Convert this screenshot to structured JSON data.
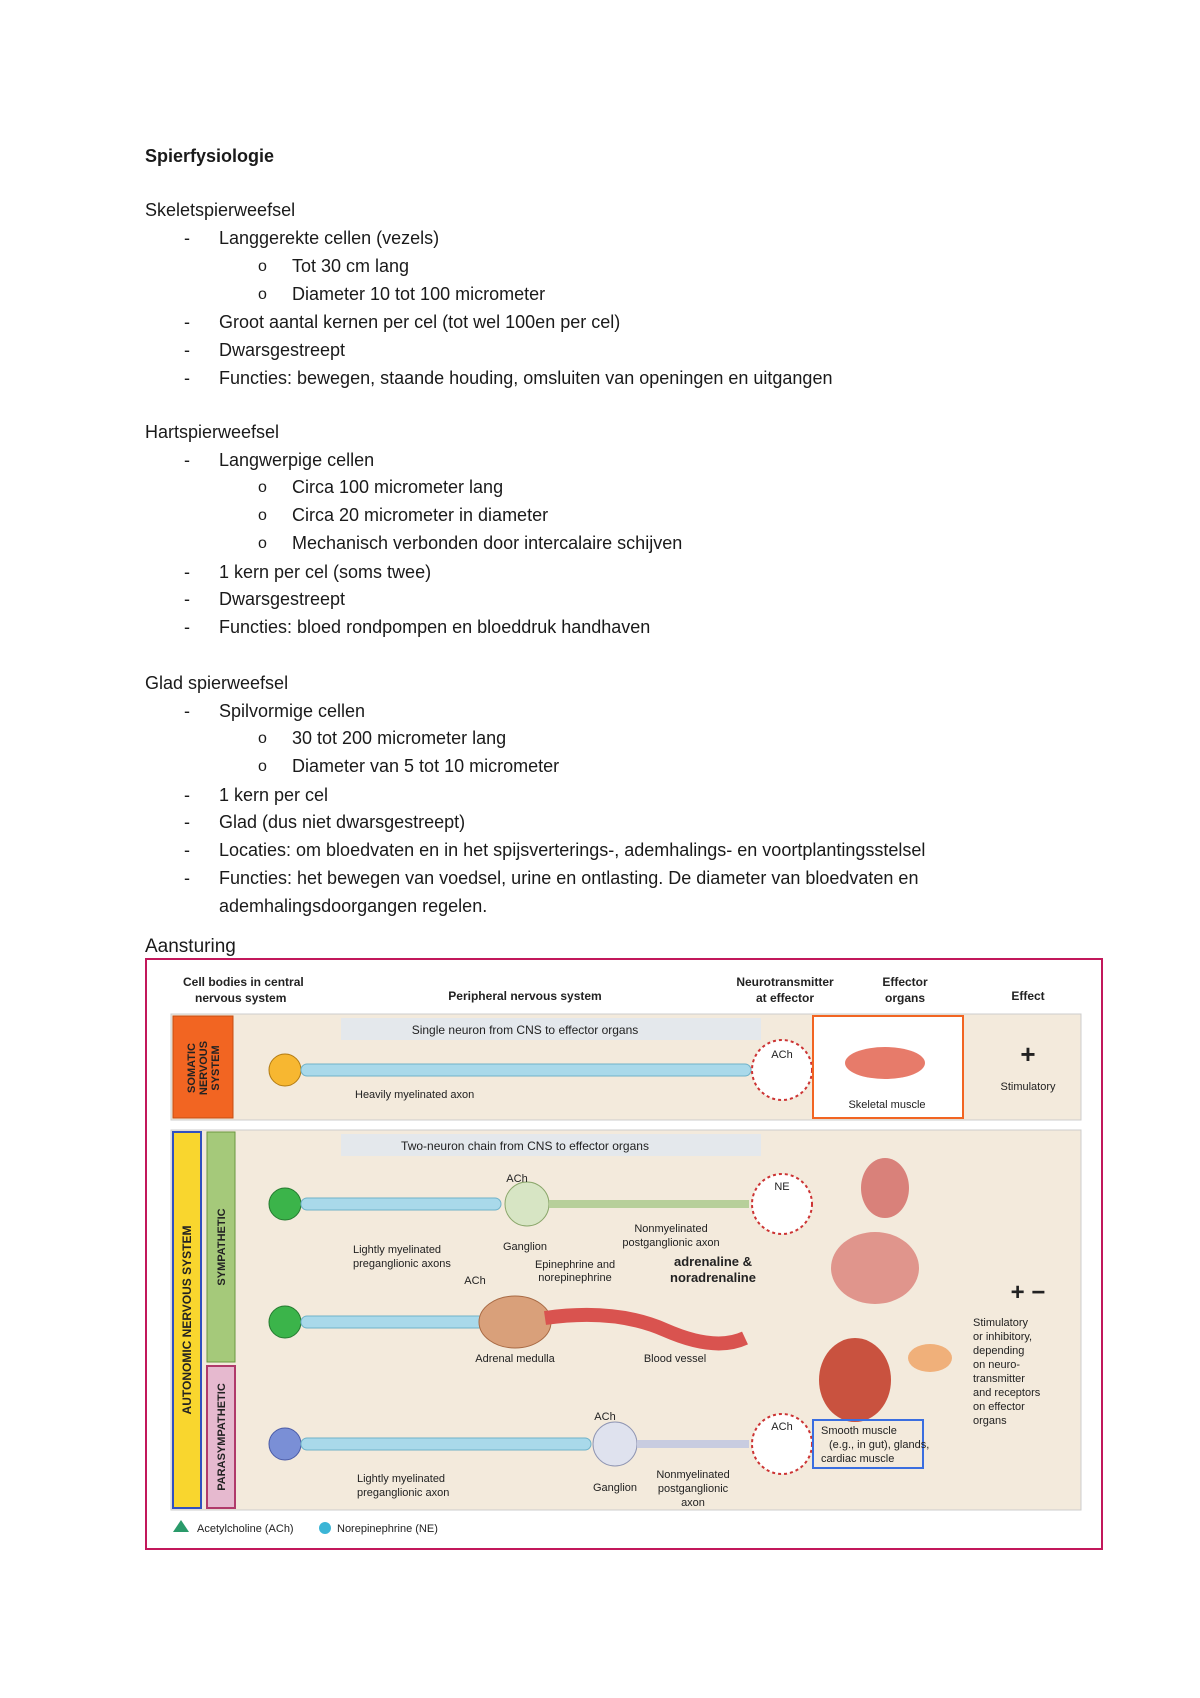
{
  "doc": {
    "title": "Spierfysiologie",
    "sections": [
      {
        "heading": "Skeletspierweefsel",
        "items": [
          {
            "text": "Langgerekte cellen (vezels)",
            "sub": [
              "Tot 30 cm lang",
              "Diameter 10 tot 100 micrometer"
            ]
          },
          {
            "text": "Groot aantal kernen per cel (tot wel 100en per cel)",
            "sub": []
          },
          {
            "text": "Dwarsgestreept",
            "sub": []
          },
          {
            "text": "Functies: bewegen, staande houding, omsluiten van openingen en uitgangen",
            "sub": []
          }
        ]
      },
      {
        "heading": "Hartspierweefsel",
        "items": [
          {
            "text": "Langwerpige cellen",
            "sub": [
              "Circa 100 micrometer lang",
              "Circa 20 micrometer in diameter",
              "Mechanisch verbonden door intercalaire schijven"
            ]
          },
          {
            "text": "1 kern per cel (soms twee)",
            "sub": []
          },
          {
            "text": "Dwarsgestreept",
            "sub": []
          },
          {
            "text": "Functies: bloed rondpompen en bloeddruk handhaven",
            "sub": []
          }
        ]
      },
      {
        "heading": "Glad spierweefsel",
        "items": [
          {
            "text": "Spilvormige cellen",
            "sub": [
              "30 tot 200 micrometer lang",
              "Diameter van 5 tot 10 micrometer"
            ]
          },
          {
            "text": "1 kern per cel",
            "sub": []
          },
          {
            "text": "Glad (dus niet dwarsgestreept)",
            "sub": []
          },
          {
            "text": "Locaties: om bloedvaten en in het spijsverterings-, ademhalings- en voortplantingsstelsel",
            "sub": []
          },
          {
            "text": "Functies: het bewegen van voedsel, urine en ontlasting. De diameter van bloedvaten en",
            "sub": []
          },
          {
            "text": "ademhalingsdoorgangen regelen.",
            "sub": [],
            "continuation": true
          }
        ]
      }
    ],
    "aansturing": "Aansturing",
    "dash": "-",
    "bullet": "o"
  },
  "figure": {
    "col_cell_bodies_1": "Cell bodies in central",
    "col_cell_bodies_2": "nervous system",
    "col_pns": "Peripheral nervous system",
    "col_nt_1": "Neurotransmitter",
    "col_nt_2": "at effector",
    "col_effector_1": "Effector",
    "col_effector_2": "organs",
    "col_effect": "Effect",
    "somatic_label_1": "SOMATIC",
    "somatic_label_2": "NERVOUS",
    "somatic_label_3": "SYSTEM",
    "single_neuron": "Single neuron from CNS to effector organs",
    "heavily_myelinated": "Heavily myelinated axon",
    "ach": "ACh",
    "ne": "NE",
    "skeletal_muscle": "Skeletal muscle",
    "plus": "+",
    "plus_minus": "+ −",
    "stimulatory": "Stimulatory",
    "autonomic_label": "AUTONOMIC NERVOUS SYSTEM",
    "sympathetic_label": "SYMPATHETIC",
    "parasympathetic_label": "PARASYMPATHETIC",
    "two_neuron": "Two-neuron chain from CNS to effector organs",
    "lightly_myelinated_1": "Lightly myelinated",
    "preganglionic_axons": "preganglionic axons",
    "preganglionic_axon": "preganglionic axon",
    "ganglion": "Ganglion",
    "nonmyelinated_1": "Nonmyelinated",
    "postganglionic_axon": "postganglionic axon",
    "postganglionic": "postganglionic",
    "axon": "axon",
    "epi_1": "Epinephrine and",
    "epi_2": "norepinephrine",
    "adrenaline": "adrenaline &",
    "noradrenaline": "noradrenaline",
    "adrenal_medulla": "Adrenal medulla",
    "blood_vessel": "Blood vessel",
    "smooth_muscle": "Smooth muscle",
    "smooth_muscle_2": "(e.g., in gut), glands,",
    "cardiac_muscle": "cardiac muscle",
    "effect_text": [
      "Stimulatory",
      "or inhibitory,",
      "depending",
      "on neuro-",
      "transmitter",
      "and receptors",
      "on effector",
      "organs"
    ],
    "legend_ach": "Acetylcholine (ACh)",
    "legend_ne": "Norepinephrine (NE)",
    "colors": {
      "frame": "#c2185b",
      "somatic": "#f26522",
      "autonomic": "#f9d62e",
      "sympathetic": "#a5c97a",
      "parasympathetic": "#b03a6a",
      "axon": "#a9d9ea",
      "cell_somatic": "#f7b731",
      "cell_sympathetic": "#3bb44a",
      "cell_para": "#7a8fd6",
      "vessel": "#d9534f"
    }
  }
}
